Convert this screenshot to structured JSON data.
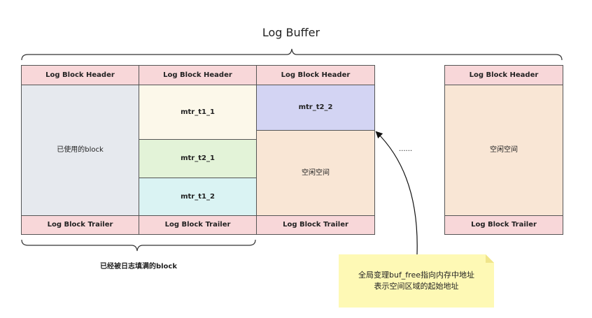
{
  "title": "Log Buffer",
  "columns": [
    {
      "header": "Log Block Header",
      "blocks": [
        {
          "label": "已使用的block",
          "fill": "#e6e9ee"
        }
      ],
      "trailer": "Log Block Trailer"
    },
    {
      "header": "Log Block Header",
      "blocks": [
        {
          "label": "mtr_t1_1",
          "fill": "#fcf8ea"
        },
        {
          "label": "mtr_t2_1",
          "fill": "#e3f3d8"
        },
        {
          "label": "mtr_t1_2",
          "fill": "#daf3f3"
        }
      ],
      "trailer": "Log Block Trailer"
    },
    {
      "header": "Log Block Header",
      "blocks": [
        {
          "label": "mtr_t2_2",
          "fill": "#d3d4f3"
        },
        {
          "label": "空闲空间",
          "fill": "#f9e6d5"
        }
      ],
      "trailer": "Log Block Trailer"
    },
    {
      "header": "Log Block Header",
      "blocks": [
        {
          "label": "空闲空间",
          "fill": "#f9e6d5"
        }
      ],
      "trailer": "Log Block Trailer"
    }
  ],
  "ellipsis": "......",
  "filled_caption": "已经被日志填满的block",
  "note": {
    "line1": "全局变理buf_free指向内存中地址",
    "line2": "表示空间区域的起始地址",
    "fill": "#fef9b5"
  },
  "colors": {
    "header_trailer": "#f8d7d9",
    "border": "#555555"
  }
}
